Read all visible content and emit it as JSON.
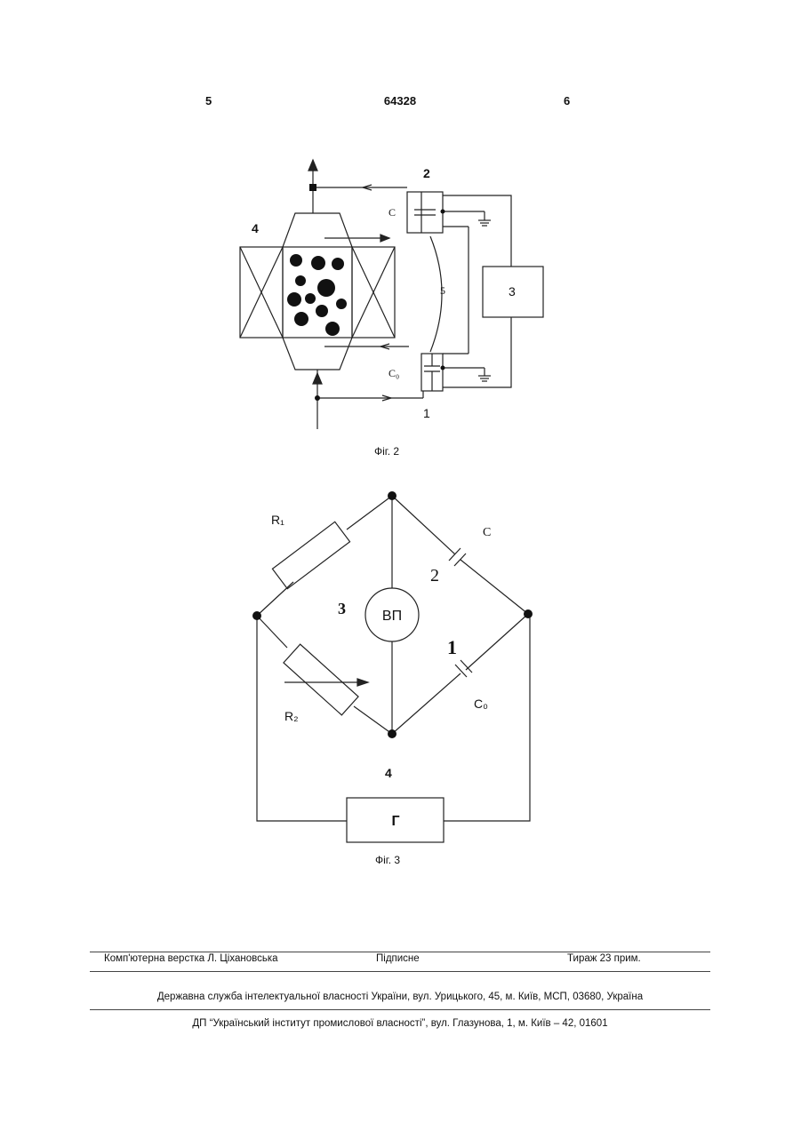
{
  "header": {
    "page_left": "5",
    "patent_number": "64328",
    "page_right": "6"
  },
  "figure2": {
    "caption": "Фіг. 2",
    "labels": {
      "top_sensor": "2",
      "bottom_sensor": "1",
      "unit3": "3",
      "chamber": "4",
      "cable": "5",
      "cap_c": "C",
      "cap_c0": "C₀"
    }
  },
  "figure3": {
    "caption": "Фіг. 3",
    "labels": {
      "r1": "R₁",
      "r2": "R₂",
      "c": "C",
      "c0": "C₀",
      "n2": "2",
      "n1": "1",
      "n3": "3",
      "n4": "4",
      "meter": "ВП",
      "generator": "Г"
    }
  },
  "footer": {
    "layout": "Комп'ютерна верстка Л. Ціхановська",
    "signed": "Підписне",
    "print_run": "Тираж 23 прим.",
    "agency": "Державна служба інтелектуальної власності України, вул. Урицького, 45, м. Київ, МСП, 03680, Україна",
    "institute": "ДП “Український інститут промислової власності”, вул. Глазунова, 1, м. Київ – 42, 01601"
  }
}
